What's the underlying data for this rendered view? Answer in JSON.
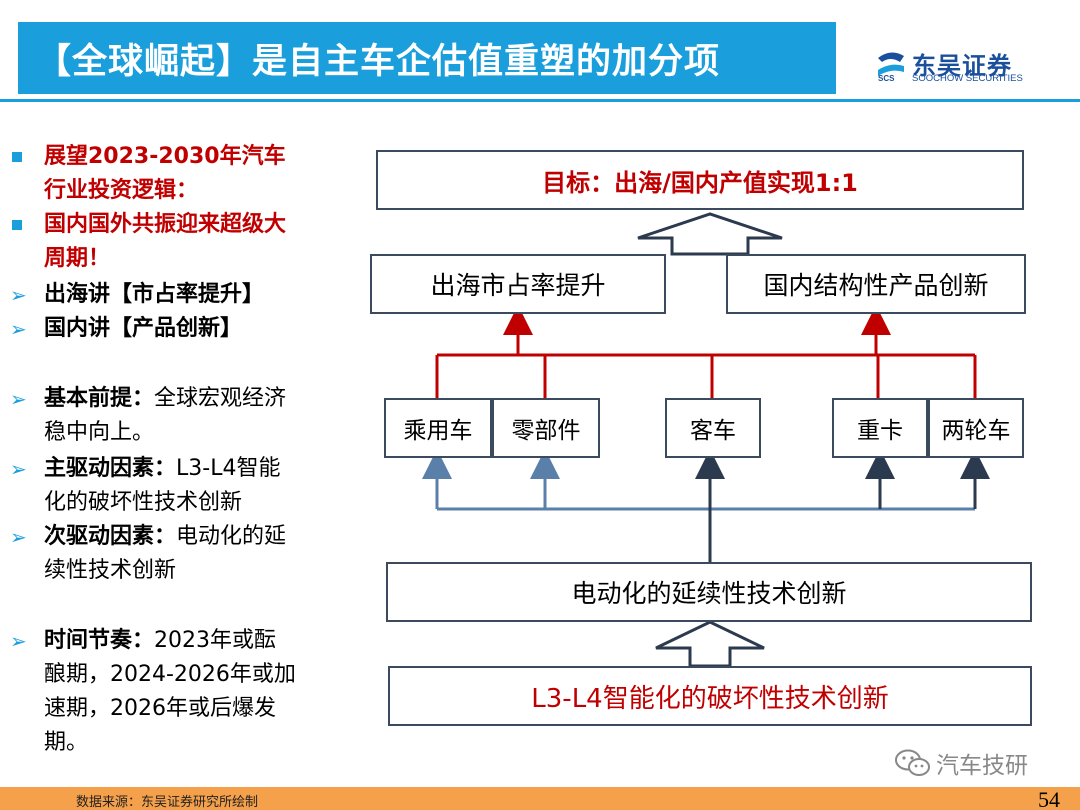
{
  "header": {
    "title": "【全球崛起】是自主车企估值重塑的加分项",
    "logo_cn": "东吴证券",
    "logo_en": "SOOCHOW SECURITIES",
    "logo_mark_text": "SCS"
  },
  "left_panel": {
    "bullets": [
      {
        "marker": "square",
        "text": "展望2023-2030年汽车行业投资逻辑：",
        "style": "red"
      },
      {
        "marker": "square",
        "text": "国内国外共振迎来超级大周期！",
        "style": "red"
      },
      {
        "marker": "arrow",
        "text": "出海讲【市占率提升】",
        "style": "bold"
      },
      {
        "marker": "arrow",
        "text": "国内讲【产品创新】",
        "style": "bold"
      },
      {
        "marker": "arrow",
        "label": "基本前提：",
        "text": "全球宏观经济稳中向上。"
      },
      {
        "marker": "arrow",
        "label": "主驱动因素：",
        "text": "L3-L4智能化的破坏性技术创新"
      },
      {
        "marker": "arrow",
        "label": "次驱动因素：",
        "text": "电动化的延续性技术创新"
      },
      {
        "marker": "arrow",
        "label": "时间节奏：",
        "text": "2023年或酝酿期，2024-2026年或加速期，2026年或后爆发期。"
      }
    ]
  },
  "diagram": {
    "goal": "目标：出海/国内产值实现1:1",
    "overseas": "出海市占率提升",
    "domestic": "国内结构性产品创新",
    "segments": [
      "乘用车",
      "零部件",
      "客车",
      "重卡",
      "两轮车"
    ],
    "electrification": "电动化的延续性技术创新",
    "intelligence": "L3-L4智能化的破坏性技术创新",
    "colors": {
      "red": "#c00000",
      "dark": "#2b3a4e",
      "blue_arrow": "#5a7fa8"
    }
  },
  "footer": {
    "source": "数据来源：东吴证券研究所绘制",
    "page": "54",
    "watermark": "汽车技研"
  }
}
